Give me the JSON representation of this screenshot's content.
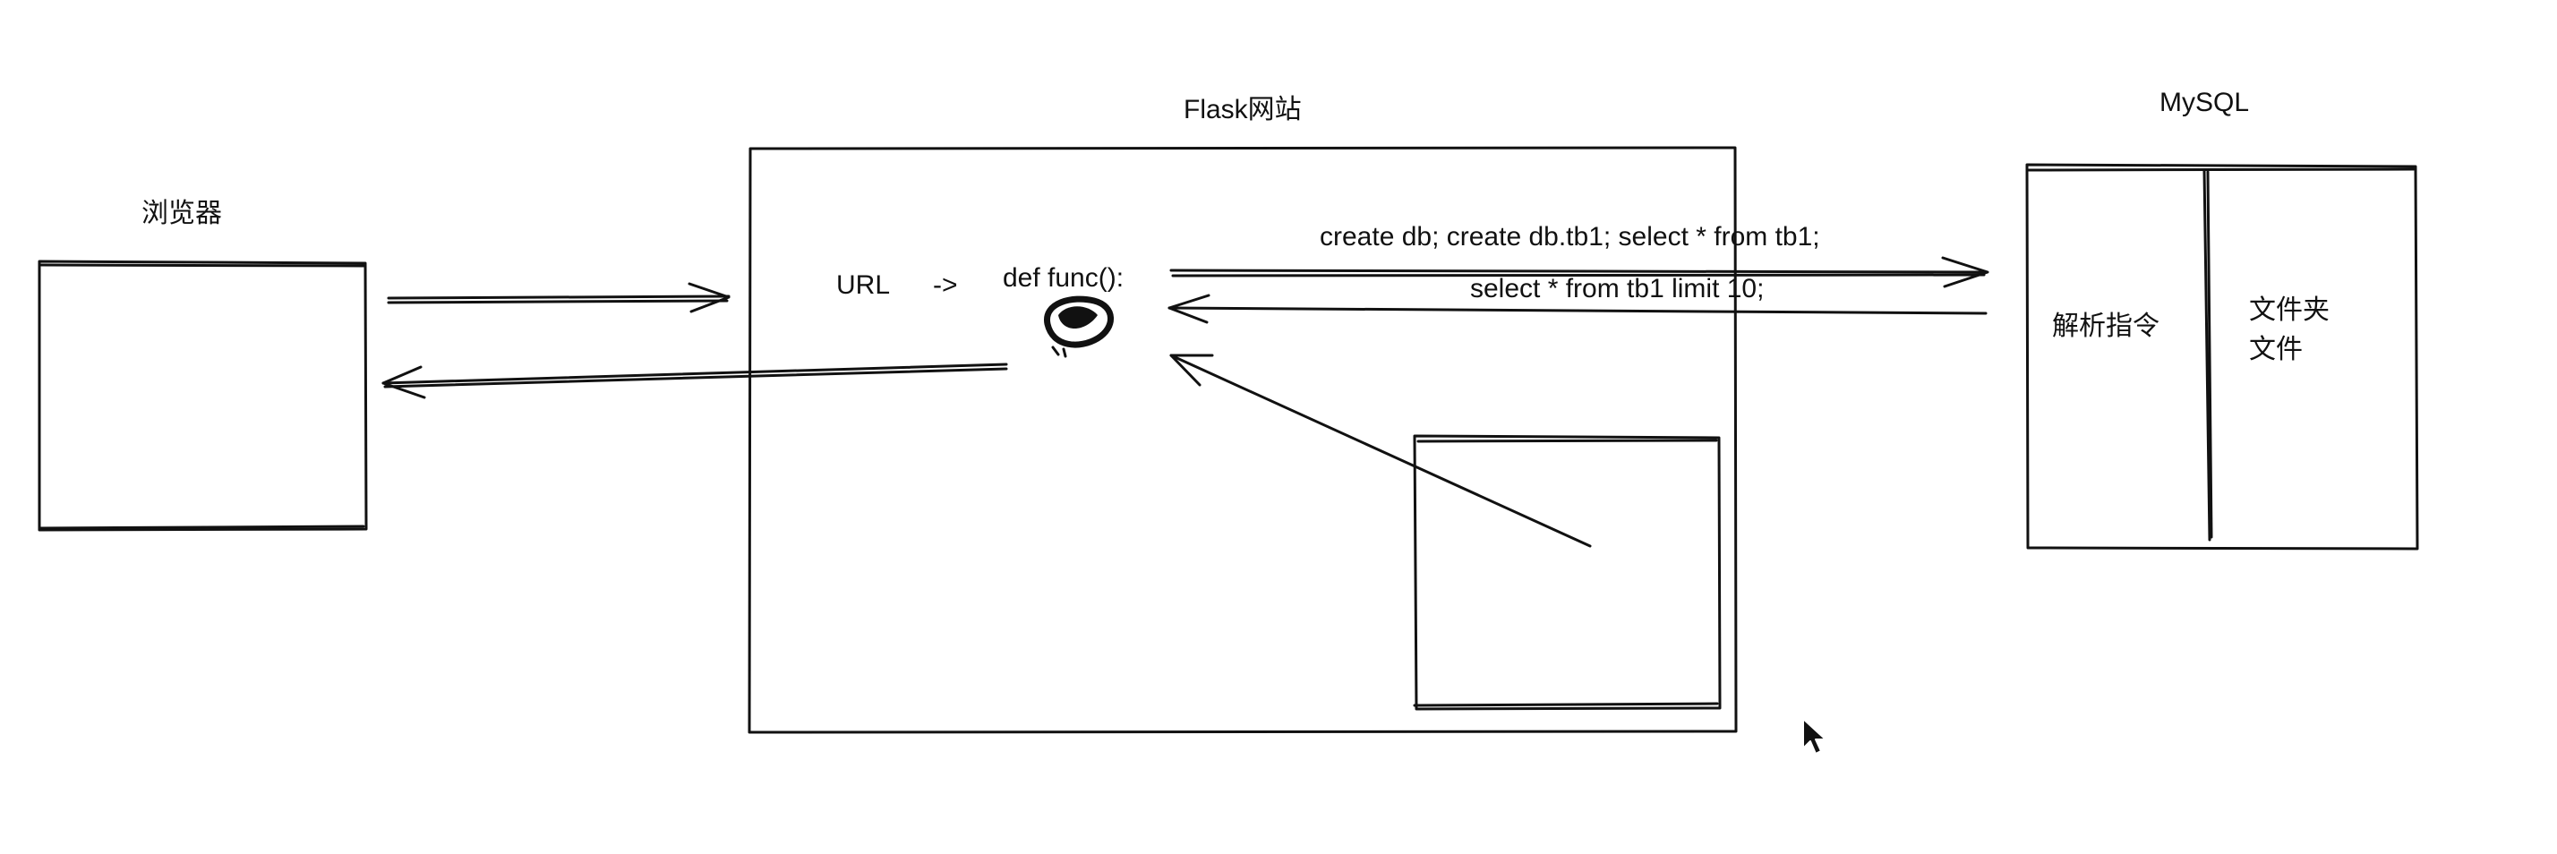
{
  "browser": {
    "title": "浏览器"
  },
  "flask": {
    "title": "Flask网站",
    "url_label": "URL",
    "arrow_text": "->",
    "func_label": "def func():"
  },
  "mysql": {
    "title": "MySQL",
    "parse_label": "解析指令",
    "storage_line1": "文件夹",
    "storage_line2": "文件"
  },
  "messages": {
    "create_sql": "create db; create db.tb1;   select * from tb1;",
    "select_sql": "select * from tb1 limit 10;"
  },
  "colors": {
    "stroke": "#111111",
    "background": "#ffffff"
  },
  "icons": {
    "scribble": "scribble-mark-icon",
    "cursor": "mouse-cursor-icon"
  }
}
